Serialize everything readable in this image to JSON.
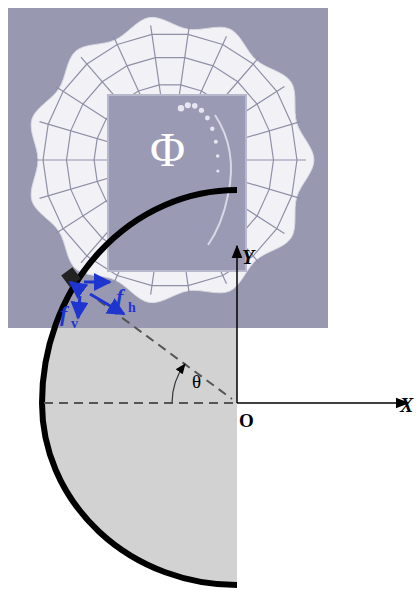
{
  "diagram": {
    "labels": [
      "Φ",
      "Y",
      "X",
      "O",
      "θ",
      "f",
      "h",
      "f",
      "v"
    ]
  }
}
